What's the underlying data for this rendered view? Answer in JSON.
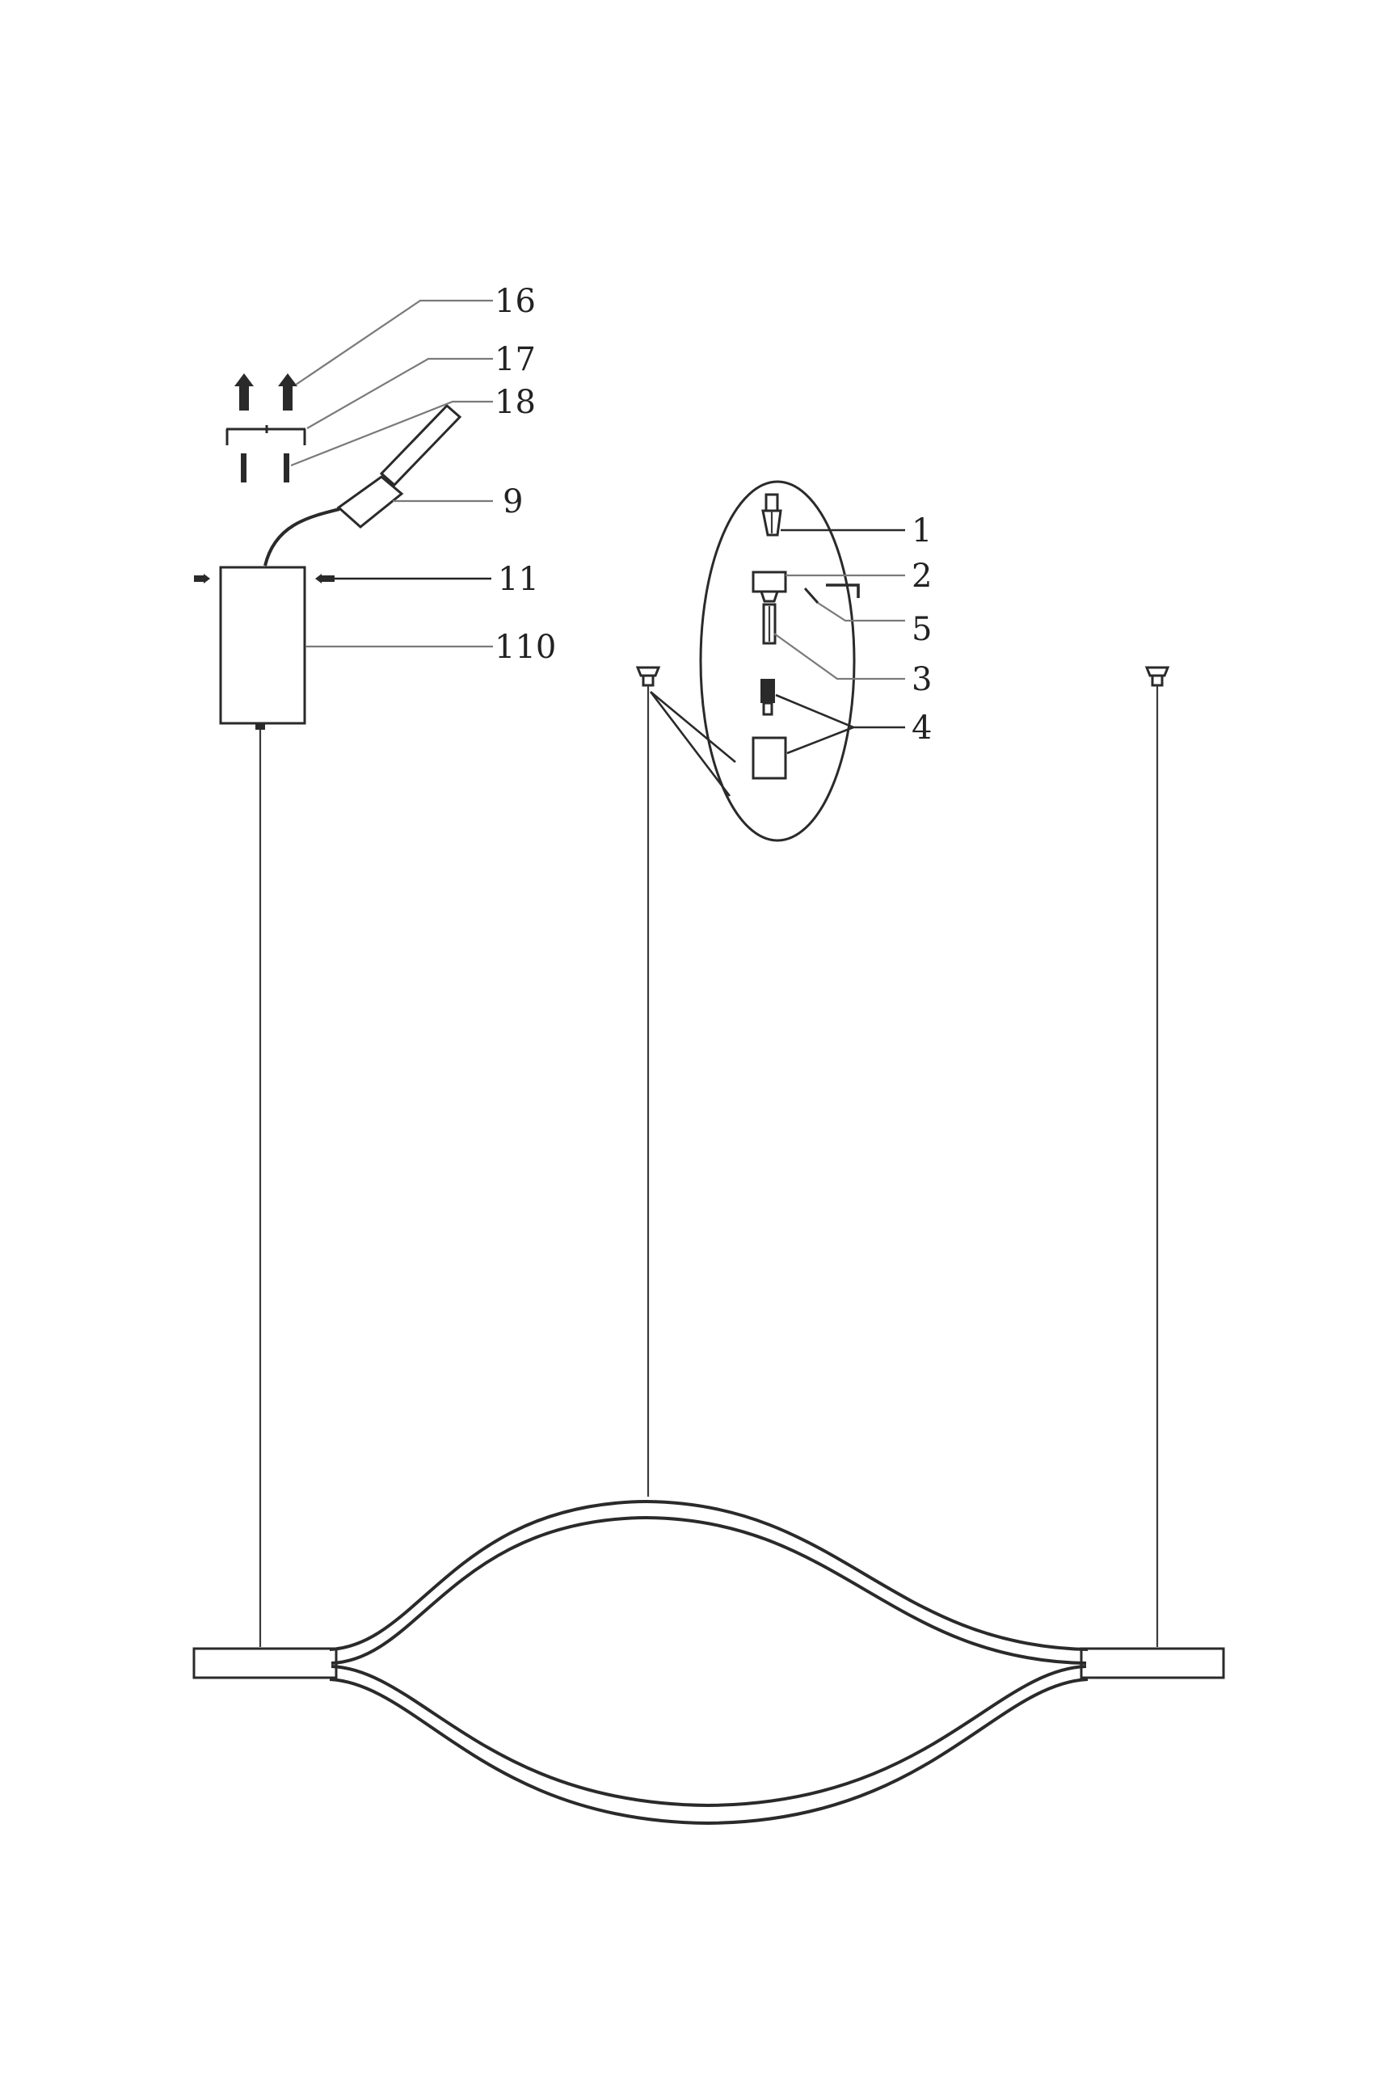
{
  "diagram": {
    "callouts": {
      "p1": "1",
      "p2": "2",
      "p3": "3",
      "p4": "4",
      "p5": "5",
      "p9": "9",
      "p11": "11",
      "p16": "16",
      "p17": "17",
      "p18": "18",
      "p110": "110"
    },
    "colors": {
      "line": "#2a2a2a",
      "leader": "#7a7a7a",
      "background": "#ffffff"
    }
  }
}
